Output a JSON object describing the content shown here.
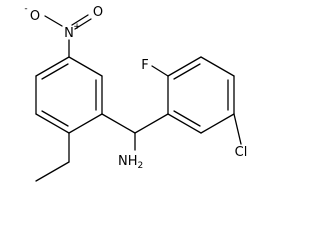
{
  "diagram": {
    "type": "chemical-structure",
    "atoms": {
      "o_minus": "O",
      "o_minus_charge": "-",
      "n_nitro": "N",
      "n_nitro_charge": "+",
      "o_double": "O",
      "fluorine": "F",
      "chlorine": "Cl",
      "amine": "NH",
      "amine_subscript": "2"
    }
  }
}
